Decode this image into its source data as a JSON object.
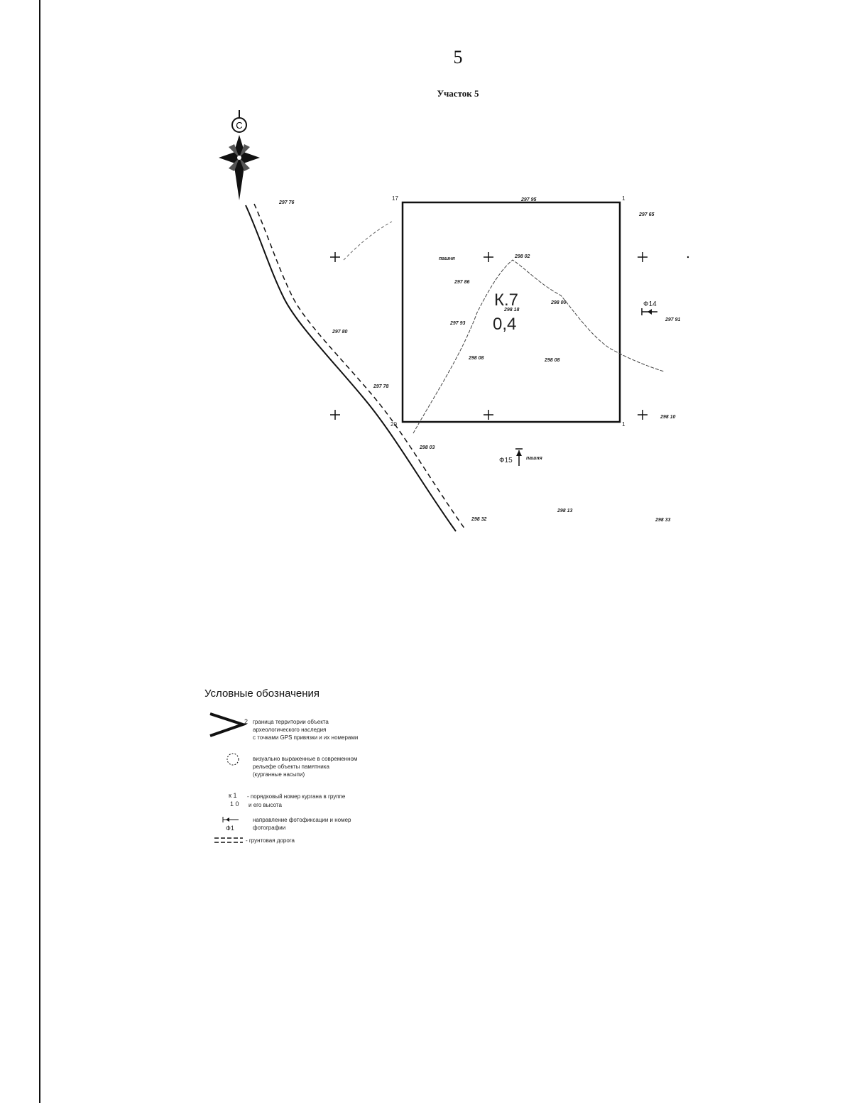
{
  "page": {
    "number": "5",
    "title": "Участок 5"
  },
  "map": {
    "compass_letter": "С",
    "corners": [
      "17",
      "1",
      "20",
      "1"
    ],
    "elevations": [
      "297 76",
      "297 95",
      "297 65",
      "298 02",
      "297 86",
      "298 00",
      "297 80",
      "297 93",
      "298 18",
      "297 91",
      "298 08",
      "298 08",
      "297 78",
      "298 10",
      "298 03",
      "298 32",
      "298 13",
      "298 33"
    ],
    "place_labels": [
      "пашня",
      "пашня"
    ],
    "kurgan": {
      "number": "К.7",
      "height": "0,4"
    },
    "photo_labels": [
      "Ф14",
      "Ф15"
    ]
  },
  "legend": {
    "title": "Условные обозначения",
    "boundary_marker": "2",
    "boundary_text": [
      "граница территории объекта",
      "археологического наследия",
      "с точками GPS привязки и их номерами"
    ],
    "mound_text": [
      "визуально выраженные в современном",
      "рельефе объекты памятника",
      "(курганные насыпи)"
    ],
    "kurgan_symbol": "к 1",
    "kurgan_text": "- порядковый номер кургана в группе",
    "height_symbol": "1 0",
    "height_text": "и его высота",
    "photo_text": [
      "направление фотофиксации и номер",
      "фотографии"
    ],
    "photo_symbol": "Ф1",
    "road_text": "- грунтовая дорога"
  }
}
